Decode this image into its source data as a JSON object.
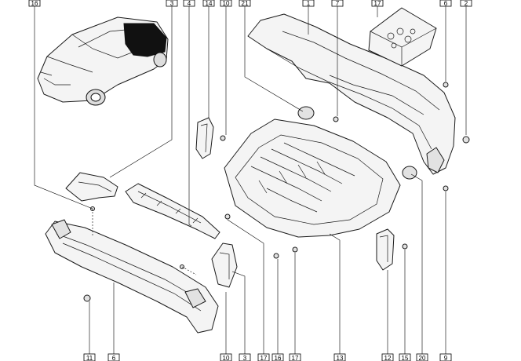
{
  "diagram": {
    "callouts_top": [
      "16",
      "3",
      "4",
      "14",
      "10",
      "21",
      "1",
      "7",
      "17",
      "6",
      "2"
    ],
    "callouts_bottom": [
      "11",
      "6",
      "10",
      "3",
      "17",
      "16",
      "17",
      "13",
      "12",
      "15",
      "20",
      "9"
    ]
  }
}
